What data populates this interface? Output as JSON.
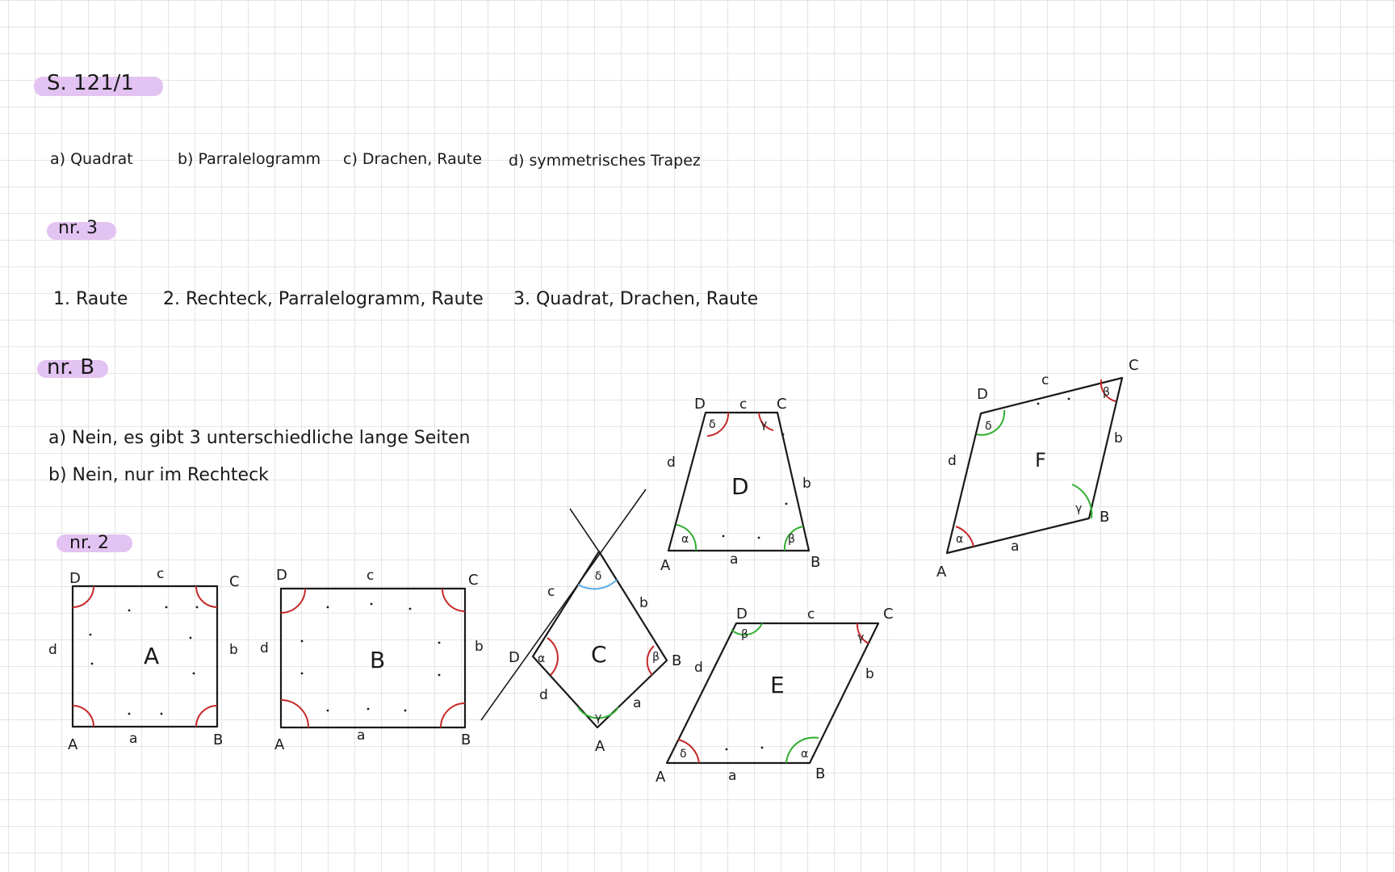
{
  "headings": {
    "s121": "S. 121/1",
    "nr3": "nr. 3",
    "nrB": "nr. B",
    "nr2": "nr. 2"
  },
  "s121_answers": {
    "a": "a) Quadrat",
    "b": "b) Parralelogramm",
    "c": "c) Drachen, Raute",
    "d": "d) symmetrisches Trapez"
  },
  "nr3_answers": {
    "one": "1. Raute",
    "two": "2. Rechteck, Parralelogramm, Raute",
    "three": "3. Quadrat, Drachen, Raute"
  },
  "nrB_answers": {
    "a": "a) Nein, es gibt 3 unterschiedliche lange Seiten",
    "b": "b) Nein, nur im Rechteck"
  },
  "figures": {
    "A": {
      "name": "A",
      "vertices": [
        "A",
        "B",
        "C",
        "D"
      ],
      "sides": [
        "a",
        "b",
        "c",
        "d"
      ]
    },
    "B": {
      "name": "B",
      "vertices": [
        "A",
        "B",
        "C",
        "D"
      ],
      "sides": [
        "a",
        "b",
        "c",
        "d"
      ]
    },
    "C": {
      "name": "C",
      "vertices": [
        "A",
        "B",
        "D"
      ],
      "sides": [
        "a",
        "b",
        "c",
        "d"
      ],
      "angles": [
        "α",
        "β",
        "γ",
        "δ"
      ]
    },
    "D": {
      "name": "D",
      "vertices": [
        "A",
        "B",
        "C",
        "D"
      ],
      "sides": [
        "a",
        "b",
        "c",
        "d"
      ],
      "angles": [
        "α",
        "β",
        "γ",
        "δ"
      ]
    },
    "E": {
      "name": "E",
      "vertices": [
        "A",
        "B",
        "C",
        "D"
      ],
      "sides": [
        "a",
        "b",
        "c",
        "d"
      ],
      "angles": [
        "α",
        "β",
        "γ",
        "δ"
      ]
    },
    "F": {
      "name": "F",
      "vertices": [
        "A",
        "B",
        "C",
        "D"
      ],
      "sides": [
        "a",
        "b",
        "c",
        "d"
      ],
      "angles": [
        "α",
        "β",
        "γ",
        "δ"
      ]
    }
  },
  "colors": {
    "highlight": "#e3c3f2",
    "angle_red": "#c62828",
    "angle_green": "#2fae2f",
    "angle_blue": "#5aa9e6",
    "ink": "#1a1a1a"
  }
}
